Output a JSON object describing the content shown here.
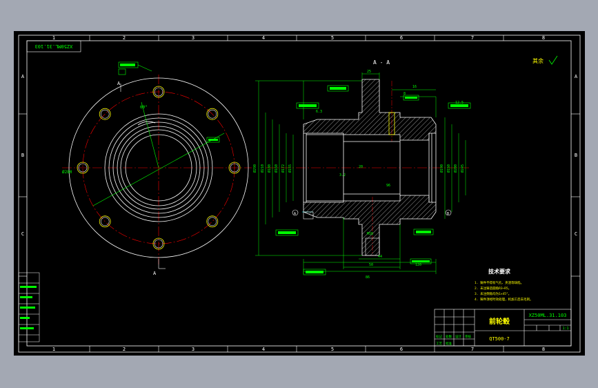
{
  "drawing": {
    "column_labels": [
      "1",
      "2",
      "3",
      "4",
      "5",
      "6",
      "7",
      "8"
    ],
    "row_labels": [
      "A",
      "B",
      "C"
    ],
    "rotated_drawing_number": "XZ50ML.31.103",
    "section_title": "A - A",
    "section_mark": "A",
    "surface_finish_note": "其余",
    "datum_a": "A",
    "datum_b": "B"
  },
  "dimensions": {
    "left_view": [
      "Ø280",
      "60°"
    ],
    "section_view": [
      "Ø290",
      "Ø210",
      "Ø180",
      "Ø160",
      "Ø172",
      "Ø155",
      "Ø190",
      "Ø150",
      "Ø200",
      "Ø245",
      "M16",
      "6.3",
      "12.5",
      "3.2",
      "25",
      "8",
      "16",
      "44",
      "50",
      "86",
      "120",
      "96",
      "20"
    ]
  },
  "technical_requirements": {
    "title": "技术要求",
    "items": [
      "1. 铸件不得有气孔、夹渣等缺陷。",
      "2. 未注铸造圆角R3~R5。",
      "3. 未注倒角均为1×45°。",
      "4. 铸件须经时效处理，机加工后去毛刺。"
    ]
  },
  "title_block": {
    "part_name": "前轮毂",
    "drawing_number": "XZ50ML.31.103",
    "material": "QT500-7",
    "left_labels": [
      "标记",
      "处数",
      "设计",
      "审核",
      "工艺",
      "批准"
    ],
    "sheet_info": "1:1"
  },
  "colors": {
    "frame": "#ffffff",
    "object": "#00ff00",
    "centerline": "#ff0000",
    "dimension": "#00ffff",
    "hatch": "#ffffff",
    "text": "#ffff00"
  }
}
